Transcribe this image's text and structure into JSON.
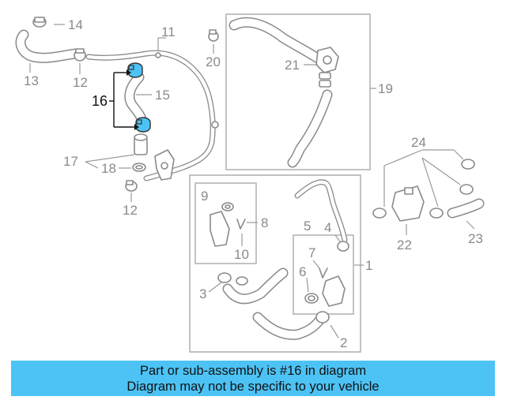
{
  "diagram": {
    "callouts": [
      {
        "id": "c14",
        "text": "14"
      },
      {
        "id": "c13",
        "text": "13"
      },
      {
        "id": "c12a",
        "text": "12"
      },
      {
        "id": "c11",
        "text": "11"
      },
      {
        "id": "c16",
        "text": "16"
      },
      {
        "id": "c15",
        "text": "15"
      },
      {
        "id": "c17",
        "text": "17"
      },
      {
        "id": "c18",
        "text": "18"
      },
      {
        "id": "c12b",
        "text": "12"
      },
      {
        "id": "c20",
        "text": "20"
      },
      {
        "id": "c21",
        "text": "21"
      },
      {
        "id": "c19",
        "text": "19"
      },
      {
        "id": "c24",
        "text": "24"
      },
      {
        "id": "c22",
        "text": "22"
      },
      {
        "id": "c23",
        "text": "23"
      },
      {
        "id": "c9",
        "text": "9"
      },
      {
        "id": "c8",
        "text": "8"
      },
      {
        "id": "c10",
        "text": "10"
      },
      {
        "id": "c5",
        "text": "5"
      },
      {
        "id": "c4",
        "text": "4"
      },
      {
        "id": "c7",
        "text": "7"
      },
      {
        "id": "c6",
        "text": "6"
      },
      {
        "id": "c1",
        "text": "1"
      },
      {
        "id": "c3",
        "text": "3"
      },
      {
        "id": "c2",
        "text": "2"
      }
    ],
    "highlight_color": "#4dc3f5"
  },
  "banner": {
    "line1": "Part or sub-assembly is #16 in diagram",
    "line2": "Diagram may not be specific to your vehicle",
    "background": "#4dc3f5"
  }
}
